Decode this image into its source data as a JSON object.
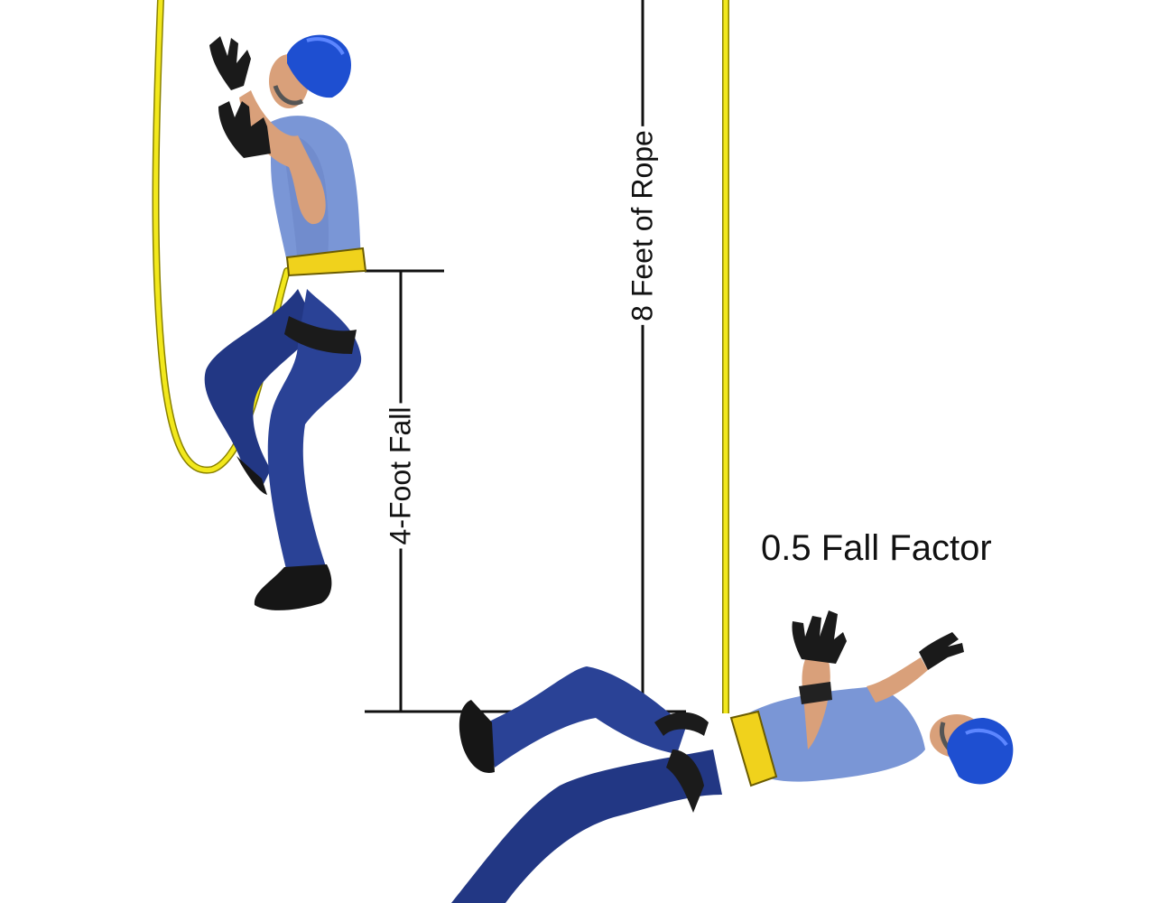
{
  "labels": {
    "rope_length": "8 Feet of Rope",
    "fall_distance": "4-Foot Fall",
    "fall_factor": "0.5 Fall Factor"
  },
  "colors": {
    "rope": "#f2e81c",
    "rope_edge": "#8a8200",
    "shirt": "#7a96d6",
    "pants": "#263d8f",
    "helmet": "#1e4fd1",
    "skin": "#d9a07a",
    "glove": "#1a1a1a",
    "harness": "#f0d21c",
    "line": "#111111"
  }
}
